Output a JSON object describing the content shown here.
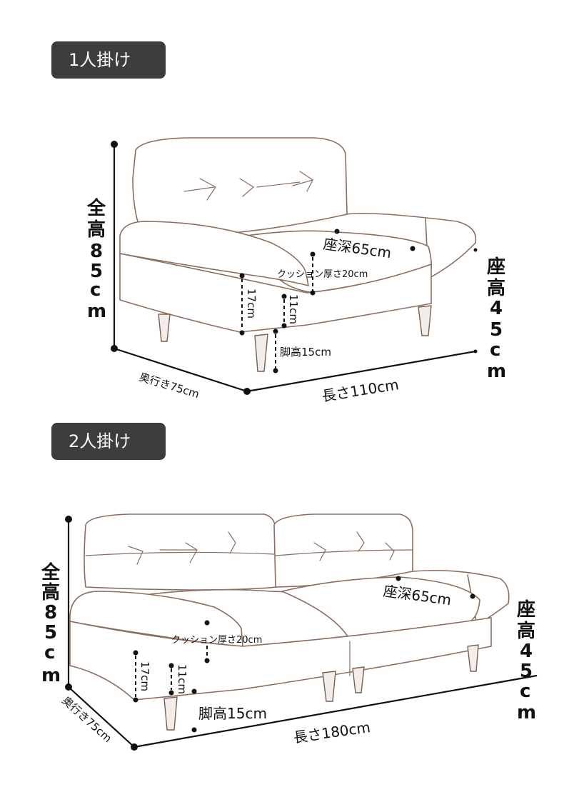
{
  "sections": [
    {
      "tag": "1人掛け",
      "total_height": [
        "全",
        "高",
        "8",
        "5",
        "c",
        "m"
      ],
      "seat_height": [
        "座",
        "高",
        "4",
        "5",
        "c",
        "m"
      ],
      "seat_depth": "座深65cm",
      "cushion": "クッション厚さ20cm",
      "arm_gap": "17cm",
      "seat_gap": "11cm",
      "leg_height": "脚高15cm",
      "depth": "奥行き75cm",
      "length": "長さ110cm"
    },
    {
      "tag": "2人掛け",
      "total_height": [
        "全",
        "高",
        "8",
        "5",
        "c",
        "m"
      ],
      "seat_height": [
        "座",
        "高",
        "4",
        "5",
        "c",
        "m"
      ],
      "seat_depth": "座深65cm",
      "cushion": "クッション厚さ20cm",
      "arm_gap": "17cm",
      "seat_gap": "11cm",
      "leg_height": "脚高15cm",
      "depth": "奥行き75cm",
      "length": "長さ180cm"
    }
  ]
}
